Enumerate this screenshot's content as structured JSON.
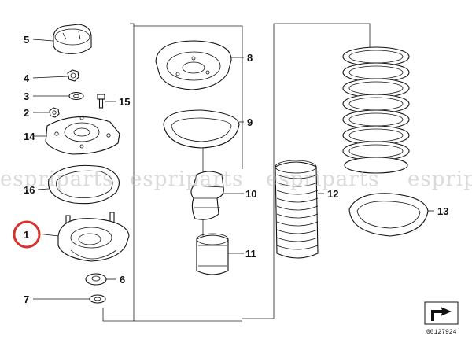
{
  "watermark": [
    "espriparts",
    "espriparts",
    "espriparts",
    "esprip"
  ],
  "callouts": [
    "1",
    "2",
    "3",
    "4",
    "5",
    "6",
    "7",
    "8",
    "9",
    "10",
    "11",
    "12",
    "13",
    "14",
    "15",
    "16"
  ],
  "highlight": {
    "callout": "1",
    "color": "#d9302c"
  },
  "reference_number": "00127924"
}
